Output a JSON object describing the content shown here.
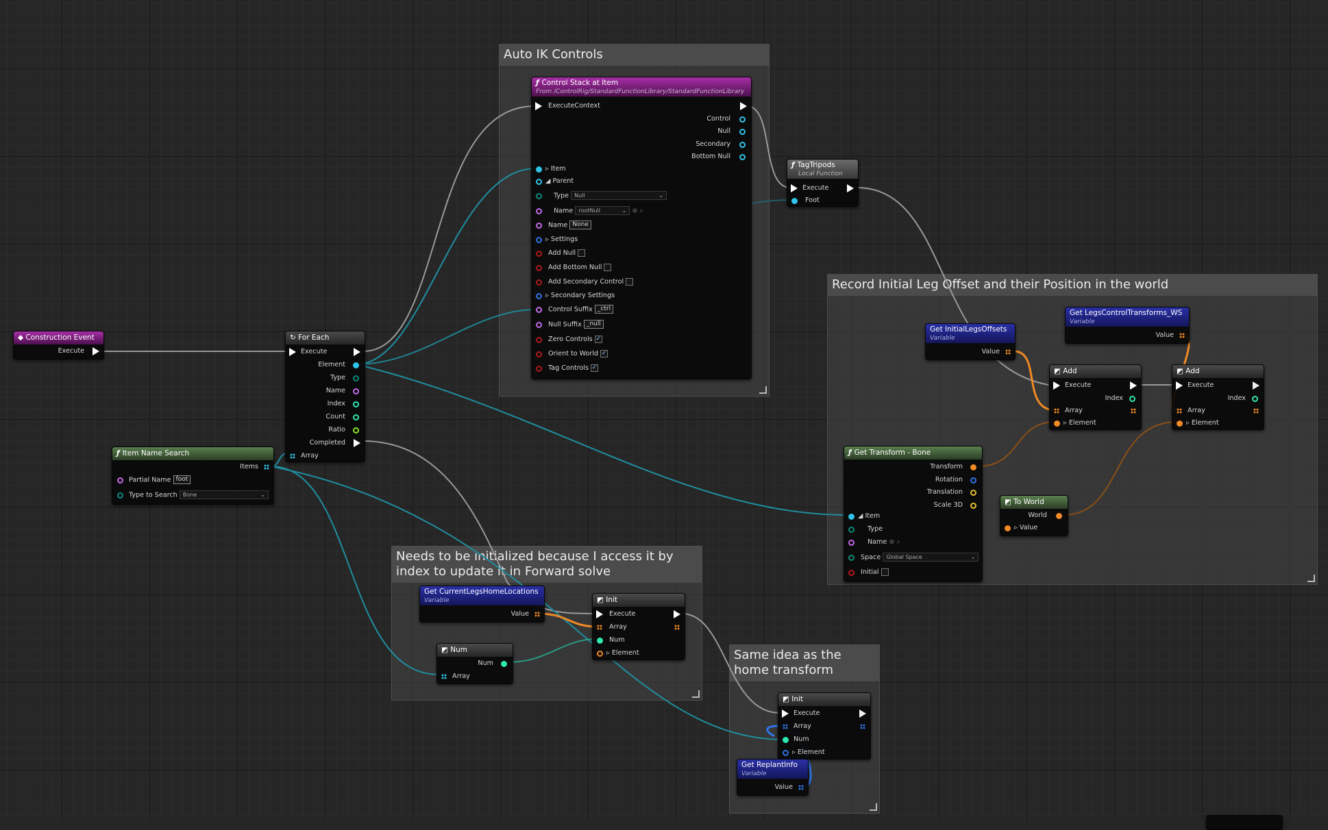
{
  "comments": {
    "auto_ik": "Auto IK Controls",
    "record": "Record Initial Leg Offset and their Position in the world",
    "needs_init": "Needs to be initialized because I access it by index to update it in Forward solve",
    "same_idea": "Same idea as the home transform"
  },
  "construction_event": {
    "title": "Construction Event",
    "execute": "Execute"
  },
  "item_name_search": {
    "title": "Item Name Search",
    "items": "Items",
    "partial_name_label": "Partial Name",
    "partial_name_value": "foot",
    "type_label": "Type to Search",
    "type_value": "Bone"
  },
  "for_each": {
    "title": "For Each",
    "execute": "Execute",
    "element": "Element",
    "type": "Type",
    "name": "Name",
    "index": "Index",
    "count": "Count",
    "ratio": "Ratio",
    "completed": "Completed",
    "array": "Array"
  },
  "control_stack": {
    "title": "Control Stack at Item",
    "subtitle": "From /ControlRig/StandardFunctionLibrary/StandardFunctionLibrary",
    "execute_context": "ExecuteContext",
    "control": "Control",
    "null": "Null",
    "secondary": "Secondary",
    "bottom_null": "Bottom Null",
    "item": "Item",
    "parent": "Parent",
    "type_label": "Type",
    "type_value": "Null",
    "name_label": "Name",
    "name_value": "rootNull",
    "name2_label": "Name",
    "name2_value": "None",
    "settings": "Settings",
    "add_null": "Add Null",
    "add_bottom_null": "Add Bottom Null",
    "add_secondary_control": "Add Secondary Control",
    "secondary_settings": "Secondary Settings",
    "control_suffix_label": "Control Suffix",
    "control_suffix_value": "_ctrl",
    "null_suffix_label": "Null Suffix",
    "null_suffix_value": "_null",
    "zero_controls": "Zero Controls",
    "orient_to_world": "Orient to World",
    "tag_controls": "Tag Controls",
    "check_mark": "✓"
  },
  "tag_tripods": {
    "title": "TagTripods",
    "subtitle": "Local Function",
    "execute": "Execute",
    "foot": "Foot"
  },
  "get_initial_legs_offsets": {
    "title": "Get InitialLegsOffsets",
    "subtitle": "Variable",
    "value": "Value"
  },
  "get_legs_control_transforms": {
    "title": "Get LegsControlTransforms_WS",
    "subtitle": "Variable",
    "value": "Value"
  },
  "add1": {
    "title": "Add",
    "execute": "Execute",
    "index": "Index",
    "array": "Array",
    "element": "Element"
  },
  "add2": {
    "title": "Add",
    "execute": "Execute",
    "index": "Index",
    "array": "Array",
    "element": "Element"
  },
  "get_transform": {
    "title": "Get Transform - Bone",
    "transform": "Transform",
    "rotation": "Rotation",
    "translation": "Translation",
    "scale": "Scale 3D",
    "item": "Item",
    "type": "Type",
    "name": "Name",
    "space_label": "Space",
    "space_value": "Global Space",
    "initial": "Initial"
  },
  "to_world": {
    "title": "To World",
    "world": "World",
    "value": "Value"
  },
  "get_current_legs_home": {
    "title": "Get CurrentLegsHomeLocations",
    "subtitle": "Variable",
    "value": "Value"
  },
  "init1": {
    "title": "Init",
    "execute": "Execute",
    "array": "Array",
    "num": "Num",
    "element": "Element"
  },
  "num_node": {
    "title": "Num",
    "num": "Num",
    "array": "Array"
  },
  "init2": {
    "title": "Init",
    "execute": "Execute",
    "array": "Array",
    "num": "Num",
    "element": "Element"
  },
  "get_replant_info": {
    "title": "Get ReplantInfo",
    "subtitle": "Variable",
    "value": "Value"
  },
  "colors": {
    "exec": "#ffffff",
    "struct_cyan": "#2fc4e8",
    "name_purple": "#c36ae8",
    "int_green": "#2fe8b0",
    "transform_orange": "#f08a24",
    "bool_red": "#b01818",
    "wire_teal": "#1f8ea0"
  }
}
